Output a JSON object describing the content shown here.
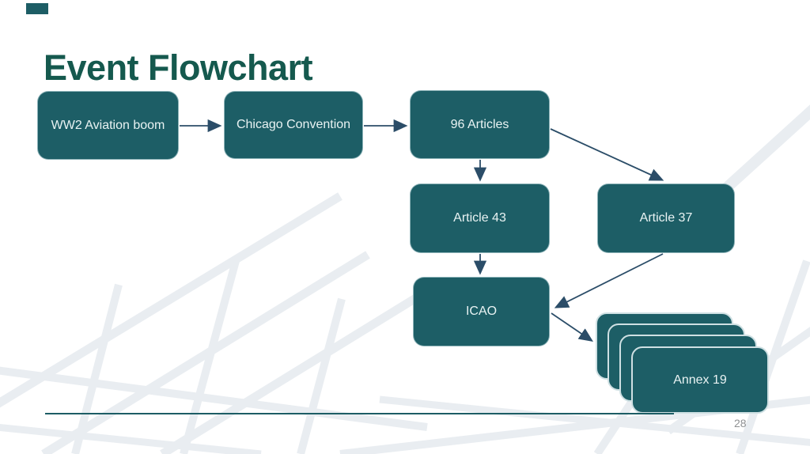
{
  "slide": {
    "title": "Event Flowchart",
    "page_number": "28",
    "colors": {
      "node_fill": "#1d5e66",
      "title_text": "#15594e",
      "arrow": "#2b4d68",
      "stack_border": "#cfe0e3",
      "background_pattern": "#e9edf1",
      "page_number_text": "#8f9193"
    }
  },
  "flowchart": {
    "nodes": [
      {
        "id": "ww2",
        "label": "WW2 Aviation boom"
      },
      {
        "id": "chicago",
        "label": "Chicago Convention"
      },
      {
        "id": "articles96",
        "label": "96 Articles"
      },
      {
        "id": "article43",
        "label": "Article 43"
      },
      {
        "id": "article37",
        "label": "Article 37"
      },
      {
        "id": "icao",
        "label": "ICAO"
      },
      {
        "id": "annex19",
        "label": "Annex 19",
        "stack_count": 4
      }
    ],
    "edges": [
      {
        "from": "ww2",
        "to": "chicago"
      },
      {
        "from": "chicago",
        "to": "articles96"
      },
      {
        "from": "articles96",
        "to": "article43"
      },
      {
        "from": "articles96",
        "to": "article37"
      },
      {
        "from": "article43",
        "to": "icao"
      },
      {
        "from": "article37",
        "to": "icao"
      },
      {
        "from": "icao",
        "to": "annex19"
      }
    ]
  }
}
